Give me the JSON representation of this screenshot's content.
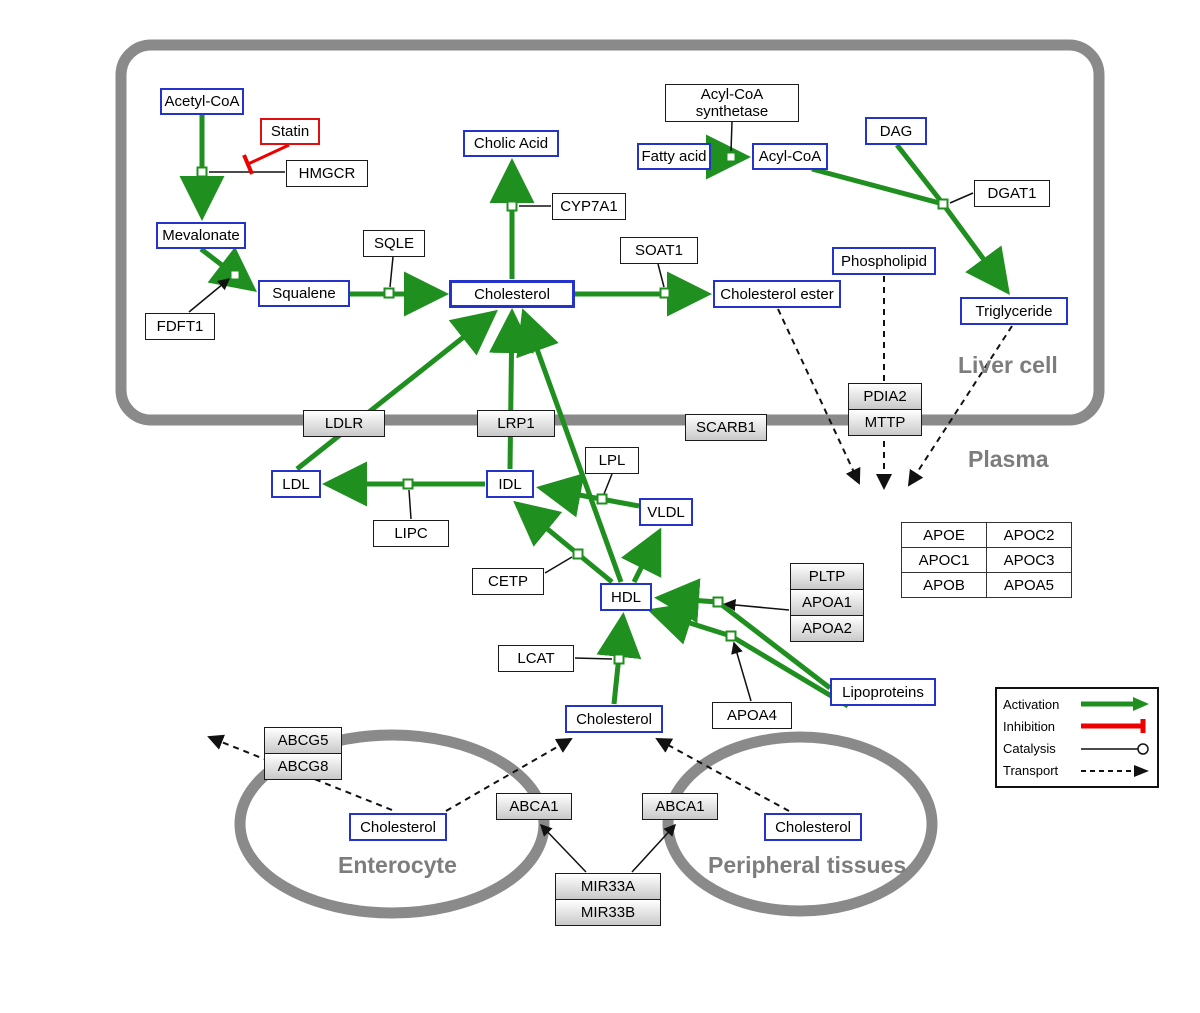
{
  "regions": {
    "liver_cell": "Liver cell",
    "plasma": "Plasma",
    "enterocyte": "Enterocyte",
    "peripheral_tissues": "Peripheral tissues"
  },
  "metabolites": {
    "acetyl_coa": "Acetyl-CoA",
    "mevalonate": "Mevalonate",
    "squalene": "Squalene",
    "cholic_acid": "Cholic Acid",
    "cholesterol_liver": "Cholesterol",
    "cholesterol_ester": "Cholesterol ester",
    "fatty_acid": "Fatty acid",
    "acyl_coa": "Acyl-CoA",
    "dag": "DAG",
    "phospholipid": "Phospholipid",
    "triglyceride": "Triglyceride",
    "ldl": "LDL",
    "idl": "IDL",
    "vldl": "VLDL",
    "hdl": "HDL",
    "lipoproteins": "Lipoproteins",
    "cholesterol_plasma": "Cholesterol",
    "cholesterol_enterocyte": "Cholesterol",
    "cholesterol_peripheral": "Cholesterol"
  },
  "enzymes": {
    "statin": "Statin",
    "hmgcr": "HMGCR",
    "fdft1": "FDFT1",
    "sqle": "SQLE",
    "cyp7a1": "CYP7A1",
    "soat1": "SOAT1",
    "acyl_coa_synthetase": "Acyl-CoA synthetase",
    "dgat1": "DGAT1",
    "ldlr": "LDLR",
    "lrp1": "LRP1",
    "scarb1": "SCARB1",
    "pdia2": "PDIA2",
    "mttp": "MTTP",
    "lipc": "LIPC",
    "lpl": "LPL",
    "cetp": "CETP",
    "lcat": "LCAT",
    "pltp": "PLTP",
    "apoa1": "APOA1",
    "apoa2": "APOA2",
    "apoa4": "APOA4",
    "abcg5": "ABCG5",
    "abcg8": "ABCG8",
    "abca1": "ABCA1",
    "mir33a": "MIR33A",
    "mir33b": "MIR33B"
  },
  "apolipoprotein_table": {
    "rows": [
      [
        "APOE",
        "APOC2"
      ],
      [
        "APOC1",
        "APOC3"
      ],
      [
        "APOB",
        "APOA5"
      ]
    ]
  },
  "legend": {
    "activation": "Activation",
    "inhibition": "Inhibition",
    "catalysis": "Catalysis",
    "transport": "Transport"
  },
  "colors": {
    "activation_green": "#1f8f1f",
    "inhibition_red": "#ee0000",
    "metabolite_blue": "#2433cc",
    "membrane_gray": "#8a8a8a"
  }
}
